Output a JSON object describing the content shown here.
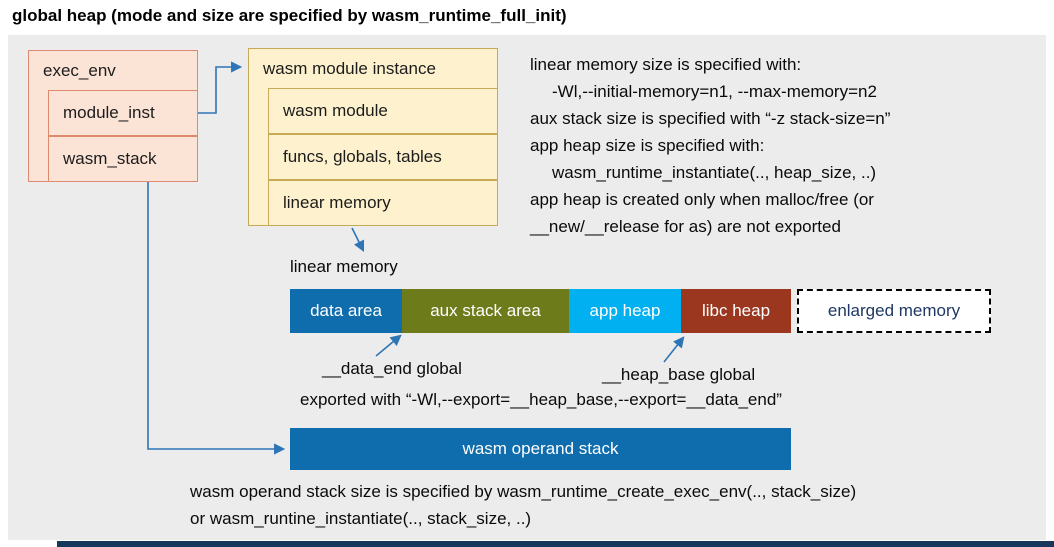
{
  "title": "global heap (mode and size are specified by wasm_runtime_full_init)",
  "colors": {
    "panel": "#ececec",
    "pink_box": "#fbe3d6",
    "yellow_box": "#fdf2cd",
    "connector": "#2e75b6",
    "footer_strip": "#16365c"
  },
  "exec_env": {
    "label": "exec_env",
    "children": [
      "module_inst",
      "wasm_stack"
    ]
  },
  "module_instance": {
    "label": "wasm module instance",
    "children": [
      "wasm module",
      "funcs, globals, tables",
      "linear memory"
    ]
  },
  "notes": {
    "lines": [
      "linear memory size is specified with:",
      "-Wl,--initial-memory=n1, --max-memory=n2",
      "aux stack size is specified with “-z stack-size=n”",
      "app heap size is specified with:",
      "wasm_runtime_instantiate(.., heap_size, ..)",
      "app heap is created only when malloc/free (or",
      "__new/__release for as) are not exported"
    ]
  },
  "linear_memory": {
    "label": "linear memory",
    "segments": [
      {
        "label": "data area",
        "color": "#0f6cad",
        "text_color": "#ffffff"
      },
      {
        "label": "aux stack area",
        "color": "#6e7b1a",
        "text_color": "#ffffff"
      },
      {
        "label": "app heap",
        "color": "#00b0f0",
        "text_color": "#ffffff"
      },
      {
        "label": "libc heap",
        "color": "#9c371f",
        "text_color": "#ffffff"
      },
      {
        "label": "enlarged memory",
        "color": "#ffffff",
        "text_color": "#1f3864"
      }
    ],
    "data_end_label": "__data_end global",
    "heap_base_label": "__heap_base global",
    "export_note": "exported with “-Wl,--export=__heap_base,--export=__data_end”"
  },
  "operand_stack": {
    "label": "wasm operand stack",
    "color": "#0f6cad",
    "note_line1": "wasm operand stack size is specified by wasm_runtime_create_exec_env(.., stack_size)",
    "note_line2": "or wasm_runtine_instantiate(.., stack_size, ..)"
  }
}
